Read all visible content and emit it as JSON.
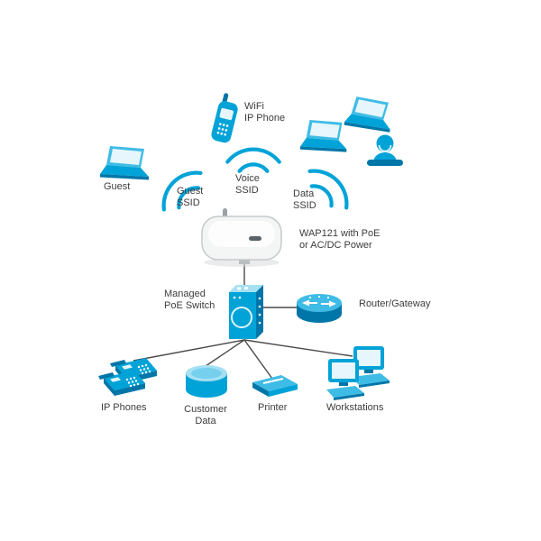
{
  "diagram": {
    "colors": {
      "icon": "#00a3d7",
      "icon_mid": "#3fbce6",
      "icon_light": "#a5e0f3",
      "icon_dark": "#0076a8",
      "screen": "#e6f6fc",
      "device_body": "#f4f5f5",
      "line": "#4a4a4a",
      "text": "#3c3c3c"
    },
    "nodes": {
      "wifi_ip_phone": {
        "label": "WiFi\nIP Phone",
        "icon": "wireless-ip-phone"
      },
      "guest_laptop": {
        "label": "Guest",
        "icon": "laptop"
      },
      "guest_ssid": {
        "label": "Guest\nSSID",
        "icon": "wireless-signal"
      },
      "voice_ssid": {
        "label": "Voice\nSSID",
        "icon": "wireless-signal"
      },
      "data_ssid": {
        "label": "Data\nSSID",
        "icon": "wireless-signal"
      },
      "data_devices": {
        "icon": "laptops-and-user"
      },
      "wap": {
        "label": "WAP121 with PoE\nor AC/DC Power",
        "icon": "access-point"
      },
      "switch": {
        "label": "Managed\nPoE Switch",
        "icon": "poe-switch"
      },
      "router": {
        "label": "Router/Gateway",
        "icon": "router"
      },
      "ip_phones": {
        "label": "IP Phones",
        "icon": "desk-phones"
      },
      "customer_data": {
        "label": "Customer\nData",
        "icon": "database"
      },
      "printer": {
        "label": "Printer",
        "icon": "printer"
      },
      "workstations": {
        "label": "Workstations",
        "icon": "desktop-computers"
      }
    }
  }
}
